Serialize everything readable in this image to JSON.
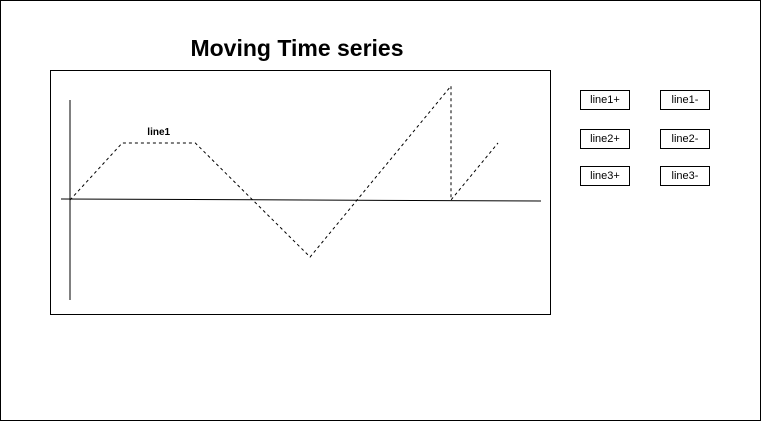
{
  "page": {
    "title": "Moving Time series"
  },
  "controls": [
    {
      "id": "line1-plus",
      "label": "line1+"
    },
    {
      "id": "line1-minus",
      "label": "line1-"
    },
    {
      "id": "line2-plus",
      "label": "line2+"
    },
    {
      "id": "line2-minus",
      "label": "line2-"
    },
    {
      "id": "line3-plus",
      "label": "line3+"
    },
    {
      "id": "line3-minus",
      "label": "line3-"
    }
  ],
  "chart_data": {
    "type": "line",
    "title": "",
    "xlabel": "",
    "ylabel": "",
    "grid": false,
    "legend": "none",
    "line_style": "dashed",
    "color": "#000000",
    "series": [
      {
        "name": "line1",
        "x": [
          0,
          10,
          24,
          46,
          73,
          73,
          82
        ],
        "y": [
          0,
          10,
          10,
          -10,
          20,
          0,
          10
        ]
      }
    ],
    "xlim": [
      0,
      82
    ],
    "ylim": [
      -10,
      20
    ]
  }
}
